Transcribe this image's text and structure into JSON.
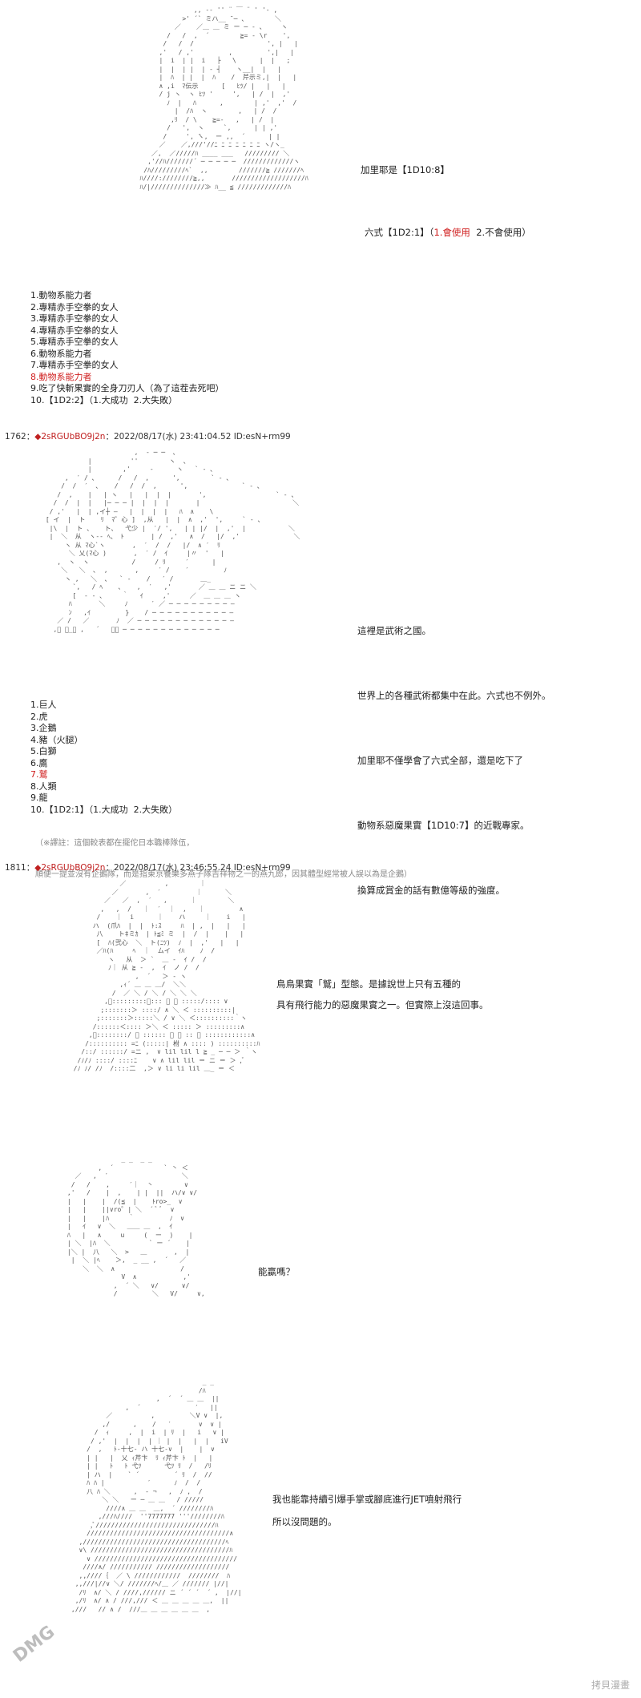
{
  "section1": {
    "caption1": "加里耶是【1D10:8】",
    "caption2_prefix": "六式【1D2:1】（",
    "caption2_opt1": "1.會使用",
    "caption2_opt2": "  2.不會使用）",
    "list": [
      "1.動物系能力者",
      "2.專精赤手空拳的女人",
      "3.專精赤手空拳的女人",
      "4.專精赤手空拳的女人",
      "5.專精赤手空拳的女人",
      "6.動物系能力者",
      "7.專精赤手空拳的女人",
      "8.動物系能力者",
      "9.吃了快斬果實的全身刀刃人（為了這茬去死吧）",
      "10.【1D2:2】（1.大成功  2.大失敗）"
    ]
  },
  "post1762": {
    "number": "1762：",
    "diamond": "◆",
    "name": "2sRGUbBO9j2n",
    "meta": "：2022/08/17(水) 23:41:04.52 ID:esN+rm99",
    "captions": [
      "這裡是武術之國。",
      "世界上的各種武術都集中在此。六式也不例外。",
      "加里耶不僅學會了六式全部，還是吃下了",
      "動物系惡魔果實【1D10:7】的近戰專家。",
      "換算成賞金的話有數億等級的強度。"
    ],
    "list": [
      "1.巨人",
      "2.虎",
      "3.企鵝",
      "4.豬（火腿）",
      "5.白獅",
      "6.鷹",
      "7.鷲",
      "8.人類",
      "9.龍",
      "10.【1D2:1】（1.大成功  2.大失敗）"
    ],
    "note1": "（※譯註：這個較表都在擺佗日本職棒隊伍，",
    "note2": "順便一提並沒有企鵝隊，而是指東京養樂多燕子隊吉祥物之一的燕九郎，因其體型經常被人誤以為是企鵝）"
  },
  "post1811": {
    "number": "1811：",
    "diamond": "◆",
    "name": "2sRGUbBO9j2n",
    "meta": "：2022/08/17(水) 23:46:55.24 ID:esN+rm99",
    "caption1": "鳥鳥果實「鷲」型態。是據說世上只有五種的",
    "caption2": "具有飛行能力的惡魔果實之一。但實際上沒這回事。",
    "caption3": "能贏嗎？",
    "caption4": "我也能靠持續引爆手掌或腳底進行JET噴射飛行",
    "caption5": "所以沒問題的。"
  },
  "watermark": {
    "left": "DMG",
    "right": "拷貝漫畫"
  }
}
